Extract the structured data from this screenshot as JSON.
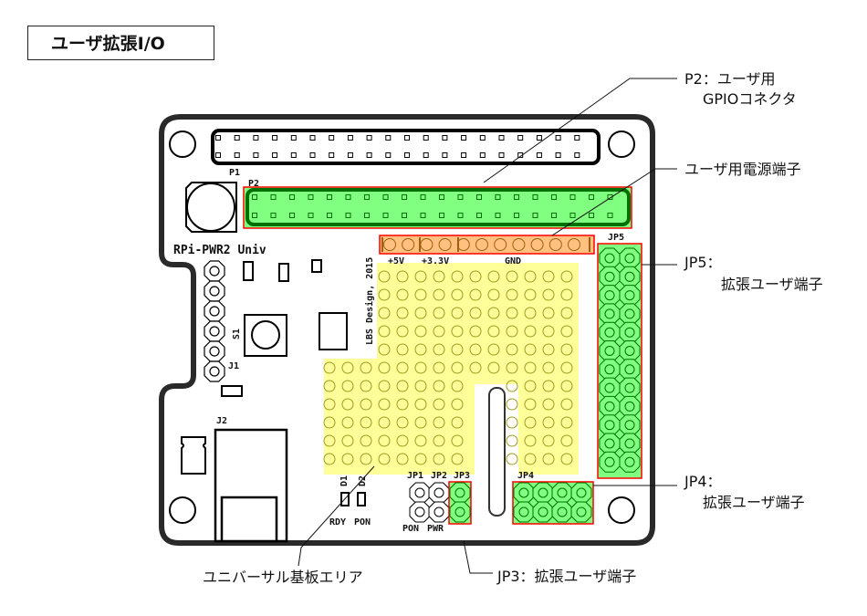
{
  "title": "ユーザ拡張I/O",
  "board": {
    "name": "RPi-PWR2 Univ",
    "credit": "LBS Design, 2015",
    "p1": "P1",
    "p2": "P2",
    "s1": "S1",
    "j1": "J1",
    "j2": "J2",
    "d1": "D1",
    "d2": "D2",
    "rdy": "RDY",
    "pon_led": "PON",
    "jp1": "JP1",
    "jp2": "JP2",
    "jp3": "JP3",
    "jp4": "JP4",
    "jp5": "JP5",
    "jp_pon": "PON",
    "jp_pwr": "PWR",
    "power_labels": {
      "v5": "+5V",
      "v33": "+3.3V",
      "gnd": "GND"
    }
  },
  "annotations": {
    "p2_line1": "P2：ユーザ用",
    "p2_line2": "GPIOコネクタ",
    "power": "ユーザ用電源端子",
    "jp5_line1": "JP5：",
    "jp5_line2": "拡張ユーザ端子",
    "jp4_line1": "JP4：",
    "jp4_line2": "拡張ユーザ端子",
    "jp3": "JP3：拡張ユーザ端子",
    "universal": "ユニバーサル基板エリア"
  },
  "colors": {
    "highlight_green": "#80ff80",
    "dark_green": "#007000",
    "power_orange": "#ffc080",
    "universal_yellow": "#ffff99",
    "callout_red": "#ff0000"
  }
}
